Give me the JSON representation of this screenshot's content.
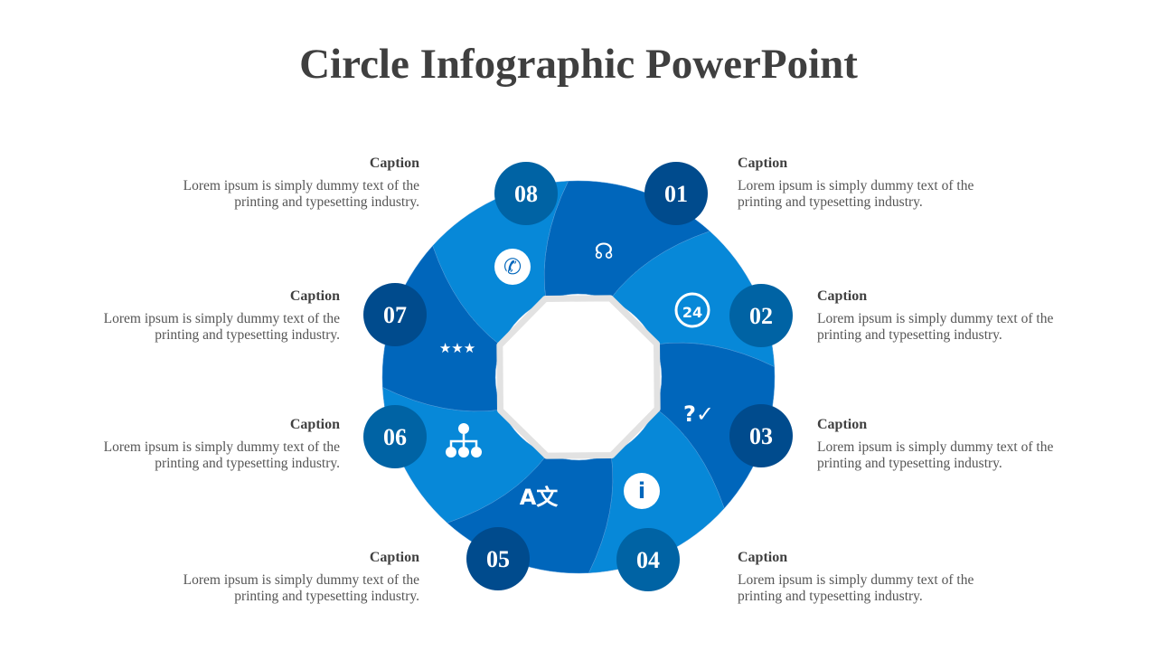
{
  "title": "Circle Infographic PowerPoint",
  "colors": {
    "segment_dark": "#0066bb",
    "segment_light": "#0788d8",
    "badge_dark": "#004b8d",
    "badge_medium": "#0063a4",
    "ring": "#e2e2e2",
    "title": "#3f3f3f"
  },
  "items": [
    {
      "num": "01",
      "caption": "Caption",
      "text": "Lorem ipsum is simply dummy text of the printing and typesetting industry.",
      "icon": "support-agent-icon"
    },
    {
      "num": "02",
      "caption": "Caption",
      "text": "Lorem ipsum is simply dummy text of the printing and typesetting industry.",
      "icon": "24-hours-icon"
    },
    {
      "num": "03",
      "caption": "Caption",
      "text": "Lorem ipsum is simply dummy text of the printing and typesetting industry.",
      "icon": "question-answer-icon"
    },
    {
      "num": "04",
      "caption": "Caption",
      "text": "Lorem ipsum is simply dummy text of the printing and typesetting industry.",
      "icon": "info-headset-icon"
    },
    {
      "num": "05",
      "caption": "Caption",
      "text": "Lorem ipsum is simply dummy text of the printing and typesetting industry.",
      "icon": "translate-icon"
    },
    {
      "num": "06",
      "caption": "Caption",
      "text": "Lorem ipsum is simply dummy text of the printing and typesetting industry.",
      "icon": "hierarchy-icon"
    },
    {
      "num": "07",
      "caption": "Caption",
      "text": "Lorem ipsum is simply dummy text of the printing and typesetting industry.",
      "icon": "customer-rating-icon"
    },
    {
      "num": "08",
      "caption": "Caption",
      "text": "Lorem ipsum is simply dummy text of the printing and typesetting industry.",
      "icon": "phone-chat-icon"
    }
  ]
}
